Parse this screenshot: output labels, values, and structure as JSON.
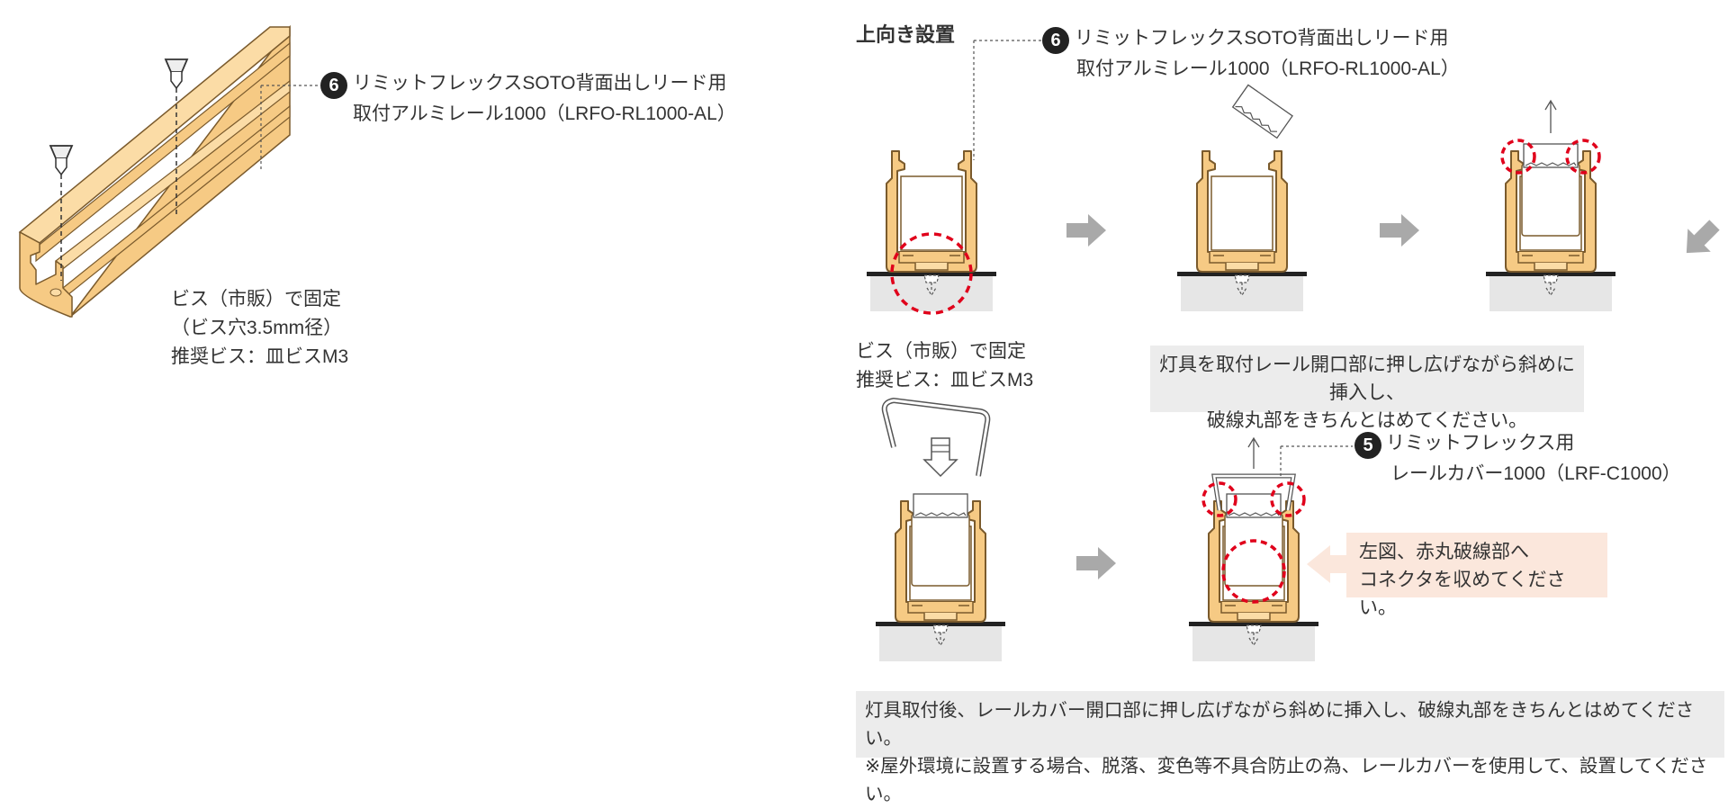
{
  "colors": {
    "rail_fill": "#f6ca84",
    "rail_light": "#fbdca6",
    "rail_stroke": "#7a5a2c",
    "base": "#222222",
    "floor": "#e6e6e6",
    "arrow": "#a9a9a9",
    "dash_red": "#e0001b",
    "note_bg": "#ececec",
    "pink_bg": "#fbe7dc"
  },
  "left": {
    "badge": "6",
    "product_line1": "リミットフレックスSOTO背面出しリード用",
    "product_line2": "取付アルミレール1000（LRFO-RL1000-AL）",
    "screw_line1": "ビス（市販）で固定",
    "screw_line2": "（ビス穴3.5mm径）",
    "screw_line3": "推奨ビス：皿ビスM3"
  },
  "right": {
    "title": "上向き設置",
    "badge6": "6",
    "product_line1": "リミットフレックスSOTO背面出しリード用",
    "product_line2": "取付アルミレール1000（LRFO-RL1000-AL）",
    "screw_line1": "ビス（市販）で固定",
    "screw_line2": "推奨ビス：皿ビスM3",
    "note1_line1": "灯具を取付レール開口部に押し広げながら斜めに挿入し、",
    "note1_line2": "破線丸部をきちんとはめてください。",
    "badge5": "5",
    "cover_line1": "リミットフレックス用",
    "cover_line2": "レールカバー1000（LRF-C1000）",
    "pink_line1": "左図、赤丸破線部へ",
    "pink_line2": "コネクタを収めてください。",
    "bottom_line1": "灯具取付後、レールカバー開口部に押し広げながら斜めに挿入し、破線丸部をきちんとはめてください。",
    "bottom_line2": "※屋外環境に設置する場合、脱落、変色等不具合防止の為、レールカバーを使用して、設置してください。"
  }
}
